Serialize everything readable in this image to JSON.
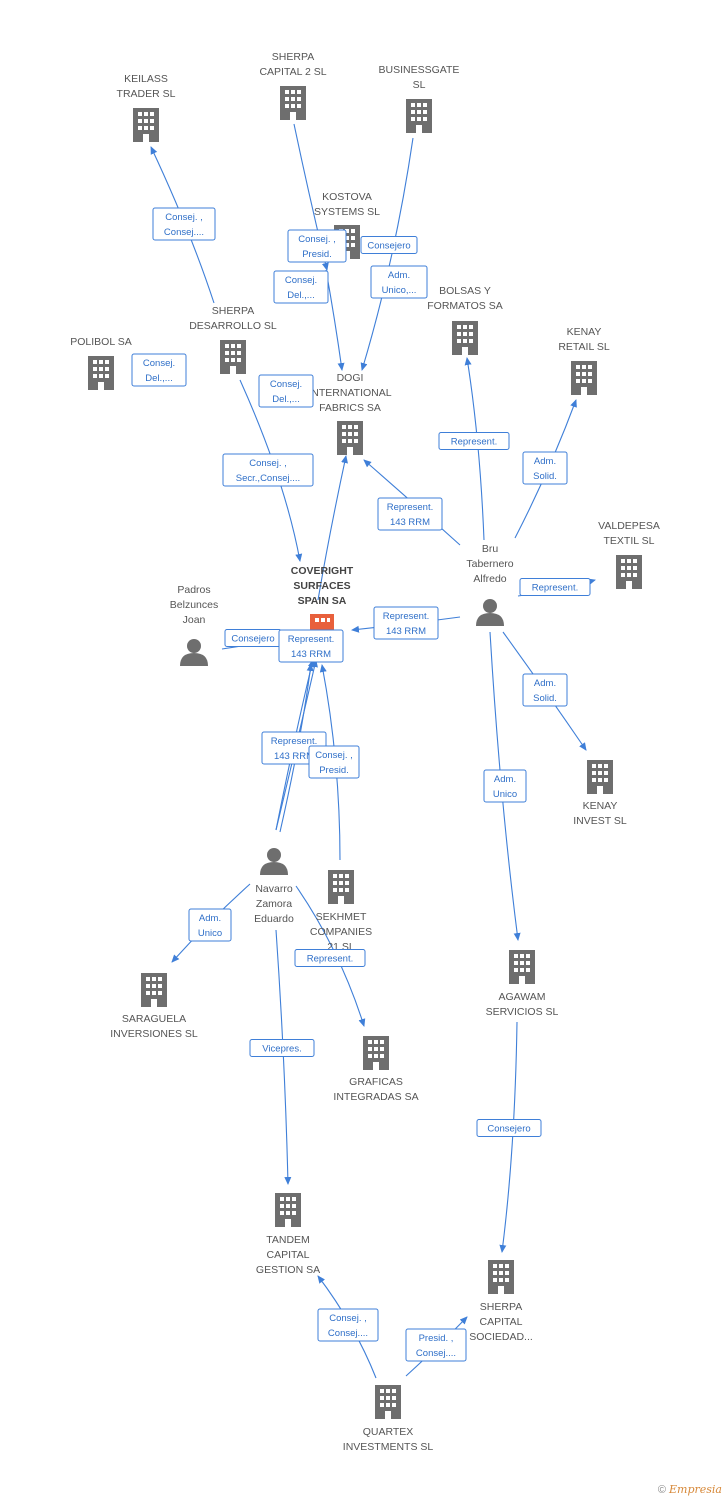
{
  "colors": {
    "edge": "#3f7fd8",
    "company": "#6e6e6e",
    "person": "#6e6e6e",
    "focus": "#e8603c"
  },
  "nodes": [
    {
      "id": "keilass",
      "type": "company",
      "label": [
        "KEILASS",
        "TRADER SL"
      ]
    },
    {
      "id": "sherpa2",
      "type": "company",
      "label": [
        "SHERPA",
        "CAPITAL 2  SL"
      ]
    },
    {
      "id": "businessgate",
      "type": "company",
      "label": [
        "BUSINESSGATE",
        "SL"
      ]
    },
    {
      "id": "kostova",
      "type": "company",
      "label": [
        "KOSTOVA",
        "SYSTEMS SL"
      ]
    },
    {
      "id": "bolsas",
      "type": "company",
      "label": [
        "BOLSAS Y",
        "FORMATOS SA"
      ]
    },
    {
      "id": "kenayretail",
      "type": "company",
      "label": [
        "KENAY",
        "RETAIL SL"
      ]
    },
    {
      "id": "sherpades",
      "type": "company",
      "label": [
        "SHERPA",
        "DESARROLLO SL"
      ]
    },
    {
      "id": "polibol",
      "type": "company",
      "label": [
        "POLIBOL SA"
      ]
    },
    {
      "id": "dogi",
      "type": "company",
      "label": [
        "DOGI",
        "INTERNATIONAL",
        "FABRICS SA"
      ]
    },
    {
      "id": "bru",
      "type": "person",
      "label": [
        "Bru",
        "Tabernero",
        "Alfredo"
      ]
    },
    {
      "id": "valdepesa",
      "type": "company",
      "label": [
        "VALDEPESA",
        "TEXTIL SL"
      ]
    },
    {
      "id": "coveright",
      "type": "focus",
      "label": [
        "COVERIGHT",
        "SURFACES",
        "SPAIN SA"
      ]
    },
    {
      "id": "padros",
      "type": "person",
      "label": [
        "Padros",
        "Belzunces",
        "Joan"
      ]
    },
    {
      "id": "kenayinvest",
      "type": "company",
      "label": [
        "KENAY",
        "INVEST SL"
      ]
    },
    {
      "id": "navarro",
      "type": "person",
      "label": [
        "Navarro",
        "Zamora",
        "Eduardo"
      ]
    },
    {
      "id": "sekhmet",
      "type": "company",
      "label": [
        "SEKHMET",
        "COMPANIES",
        "21 SL"
      ]
    },
    {
      "id": "agawam",
      "type": "company",
      "label": [
        "AGAWAM",
        "SERVICIOS SL"
      ]
    },
    {
      "id": "saraguela",
      "type": "company",
      "label": [
        "SARAGUELA",
        "INVERSIONES SL"
      ]
    },
    {
      "id": "graficas",
      "type": "company",
      "label": [
        "GRAFICAS",
        "INTEGRADAS SA"
      ]
    },
    {
      "id": "tandem",
      "type": "company",
      "label": [
        "TANDEM",
        "CAPITAL",
        "GESTION SA"
      ]
    },
    {
      "id": "sherpasoc",
      "type": "company",
      "label": [
        "SHERPA",
        "CAPITAL",
        "SOCIEDAD..."
      ]
    },
    {
      "id": "quartex",
      "type": "company",
      "label": [
        "QUARTEX",
        "INVESTMENTS SL"
      ]
    }
  ],
  "edges": [
    {
      "id": "e1",
      "label": [
        "Consej. ,",
        "Consej...."
      ]
    },
    {
      "id": "e2",
      "label": [
        "Consej. ,",
        "Presid."
      ]
    },
    {
      "id": "e3",
      "label": [
        "Consejero"
      ]
    },
    {
      "id": "e4",
      "label": [
        "Adm.",
        "Unico,..."
      ]
    },
    {
      "id": "e5",
      "label": [
        "Consej.",
        "Del.,..."
      ]
    },
    {
      "id": "e6",
      "label": [
        "Consej.",
        "Del.,..."
      ]
    },
    {
      "id": "e7",
      "label": [
        "Consej.",
        "Del.,..."
      ]
    },
    {
      "id": "e8",
      "label": [
        "Consej. ,",
        "Secr.,Consej...."
      ]
    },
    {
      "id": "e9",
      "label": [
        "Represent."
      ]
    },
    {
      "id": "e10",
      "label": [
        "Adm.",
        "Solid."
      ]
    },
    {
      "id": "e11",
      "label": [
        "Represent.",
        "143 RRM"
      ]
    },
    {
      "id": "e12",
      "label": [
        "Represent."
      ]
    },
    {
      "id": "e13",
      "label": [
        "Represent.",
        "143 RRM"
      ]
    },
    {
      "id": "e14",
      "label": [
        "Consejero"
      ]
    },
    {
      "id": "e15",
      "label": [
        "Represent.",
        "143 RRM"
      ]
    },
    {
      "id": "e16",
      "label": [
        "Adm.",
        "Solid."
      ]
    },
    {
      "id": "e17",
      "label": [
        "Represent.",
        "143 RRM"
      ]
    },
    {
      "id": "e18",
      "label": [
        "Consej. ,",
        "Presid."
      ]
    },
    {
      "id": "e19",
      "label": [
        "Adm.",
        "Unico"
      ]
    },
    {
      "id": "e20",
      "label": [
        "Adm.",
        "Unico"
      ]
    },
    {
      "id": "e21",
      "label": [
        "Represent."
      ]
    },
    {
      "id": "e22",
      "label": [
        "Vicepres."
      ]
    },
    {
      "id": "e23",
      "label": [
        "Consejero"
      ]
    },
    {
      "id": "e24",
      "label": [
        "Consej. ,",
        "Consej...."
      ]
    },
    {
      "id": "e25",
      "label": [
        "Presid. ,",
        "Consej...."
      ]
    }
  ],
  "footer": {
    "copyright": "©",
    "brand": "Empresia"
  }
}
